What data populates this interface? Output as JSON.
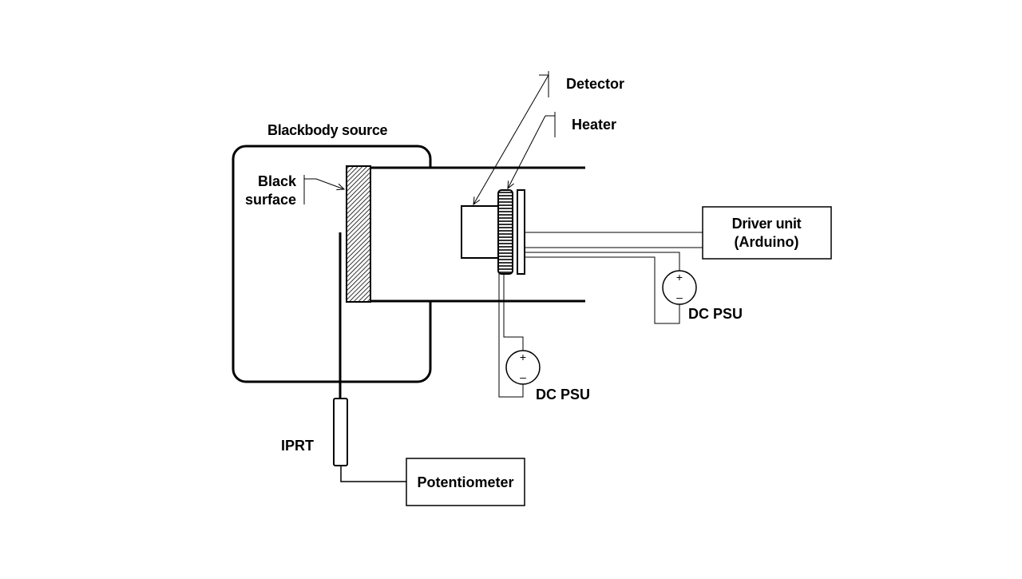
{
  "labels": {
    "blackbody_source": "Blackbody source",
    "black_surface_line1": "Black",
    "black_surface_line2": "surface",
    "detector": "Detector",
    "heater": "Heater",
    "driver_unit_line1": "Driver unit",
    "driver_unit_line2": "(Arduino)",
    "dc_psu_right": "DC PSU",
    "dc_psu_bottom": "DC PSU",
    "iprt": "IPRT",
    "potentiometer": "Potentiometer"
  },
  "symbols": {
    "plus": "+",
    "minus": "–"
  },
  "colors": {
    "line": "#000000",
    "background": "#ffffff"
  }
}
